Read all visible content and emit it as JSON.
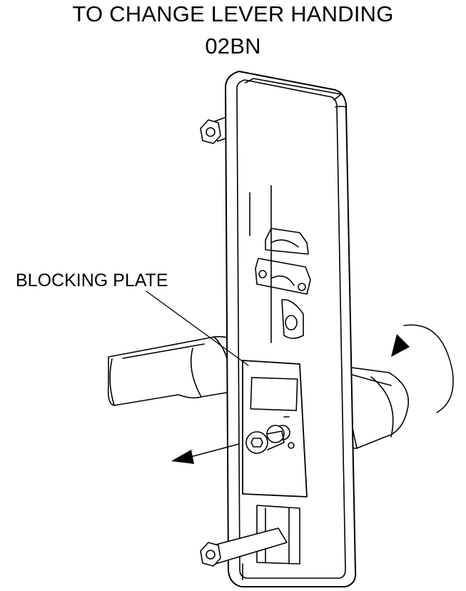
{
  "title": {
    "line1": "TO CHANGE LEVER HANDING",
    "line2": "02BN"
  },
  "callouts": {
    "blocking_plate": "BLOCKING PLATE"
  }
}
